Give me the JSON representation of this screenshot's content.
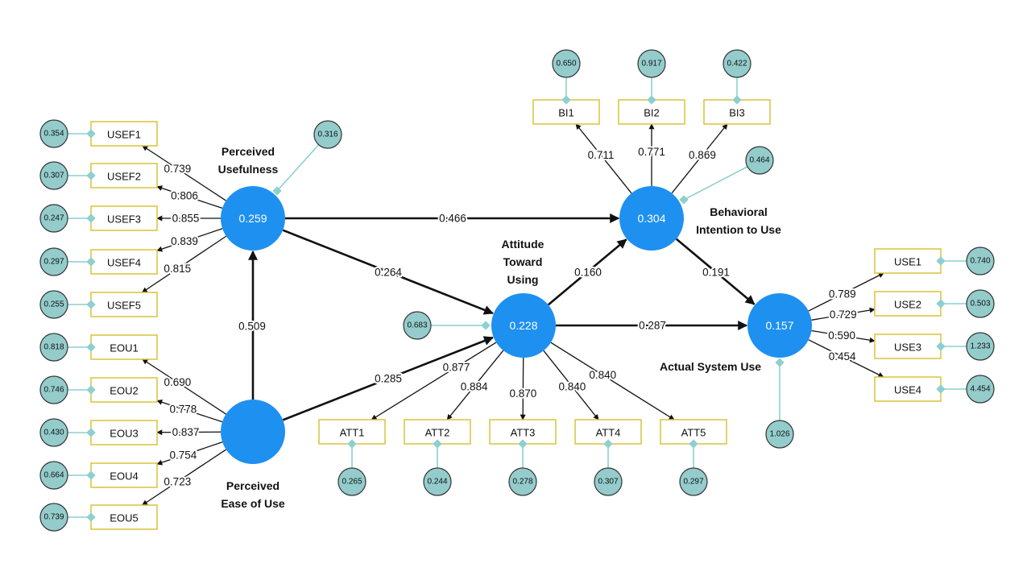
{
  "latents": {
    "PU": {
      "r2": "0.259",
      "label": [
        "Perceived",
        "Usefulness"
      ]
    },
    "PEOU": {
      "r2": "",
      "label": [
        "Perceived",
        "Ease of Use"
      ]
    },
    "ATT": {
      "r2": "0.228",
      "label": [
        "Attitude",
        "Toward",
        "Using"
      ]
    },
    "BI": {
      "r2": "0.304",
      "label": [
        "Behavioral",
        "Intention to Use"
      ]
    },
    "USE": {
      "r2": "0.157",
      "label": [
        "Actual System Use"
      ]
    }
  },
  "latent_errors": {
    "PU": "0.316",
    "ATT": "0.683",
    "BI": "0.464",
    "USE": "1.026"
  },
  "indicators": {
    "USEF1": {
      "loading": "0.739",
      "error": "0.354"
    },
    "USEF2": {
      "loading": "0.806",
      "error": "0.307"
    },
    "USEF3": {
      "loading": "0.855",
      "error": "0.247"
    },
    "USEF4": {
      "loading": "0.839",
      "error": "0.297"
    },
    "USEF5": {
      "loading": "0.815",
      "error": "0.255"
    },
    "EOU1": {
      "loading": "0.690",
      "error": "0.818"
    },
    "EOU2": {
      "loading": "0.778",
      "error": "0.746"
    },
    "EOU3": {
      "loading": "0.837",
      "error": "0.430"
    },
    "EOU4": {
      "loading": "0.754",
      "error": "0.664"
    },
    "EOU5": {
      "loading": "0.723",
      "error": "0.739"
    },
    "ATT1": {
      "loading": "0.877",
      "error": "0.265"
    },
    "ATT2": {
      "loading": "0.884",
      "error": "0.244"
    },
    "ATT3": {
      "loading": "0.870",
      "error": "0.278"
    },
    "ATT4": {
      "loading": "0.840",
      "error": "0.307"
    },
    "ATT5": {
      "loading": "0.840",
      "error": "0.297"
    },
    "BI1": {
      "loading": "0.711",
      "error": "0.650"
    },
    "BI2": {
      "loading": "0.771",
      "error": "0.917"
    },
    "BI3": {
      "loading": "0.869",
      "error": "0.422"
    },
    "USE1": {
      "loading": "0.789",
      "error": "0.740"
    },
    "USE2": {
      "loading": "0.729",
      "error": "0.503"
    },
    "USE3": {
      "loading": "0.590",
      "error": "1.233"
    },
    "USE4": {
      "loading": "0.454",
      "error": "4.454"
    }
  },
  "paths": {
    "PU_BI": "0.466",
    "PU_ATT": "0.264",
    "PEOU_PU": "0.509",
    "PEOU_ATT": "0.285",
    "ATT_BI": "0.160",
    "ATT_USE": "0.287",
    "BI_USE": "0.191"
  },
  "colors": {
    "latent": "#1e90f0",
    "error": "#94cccc",
    "indicator_border": "#d9c33a"
  }
}
